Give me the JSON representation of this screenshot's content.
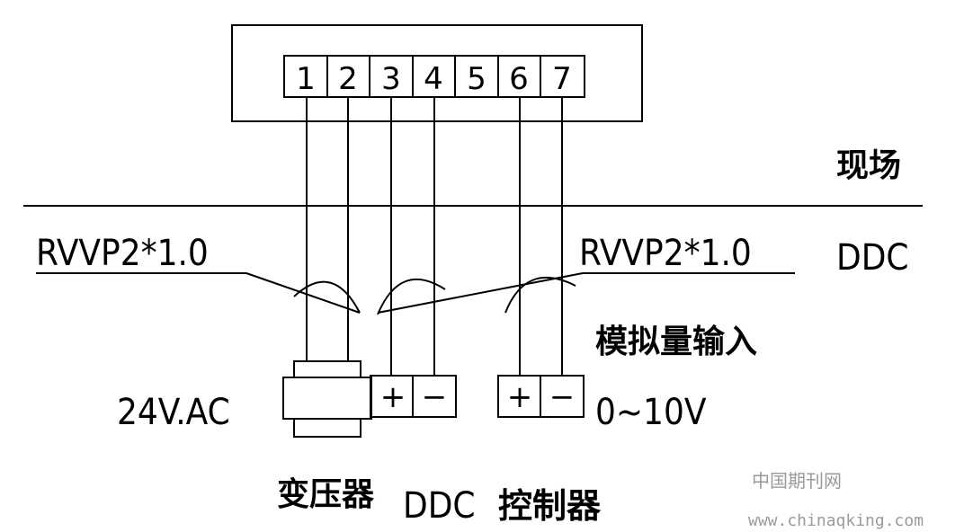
{
  "terminals": [
    "1",
    "2",
    "3",
    "4",
    "5",
    "6",
    "7"
  ],
  "zones": {
    "field": "现场",
    "ddc": "DDC"
  },
  "cable_left": "RVVP2*1.0",
  "cable_right": "RVVP2*1.0",
  "analog_input": "模拟量输入",
  "supply": "24V.AC",
  "range": "0~10V",
  "plus": "+",
  "minus": "−",
  "transformer": "变压器",
  "controller_ddc": "DDC",
  "controller_cn": "控制器",
  "watermark": {
    "cn": "中国期刊网",
    "url": "www.chinaqking.com"
  }
}
